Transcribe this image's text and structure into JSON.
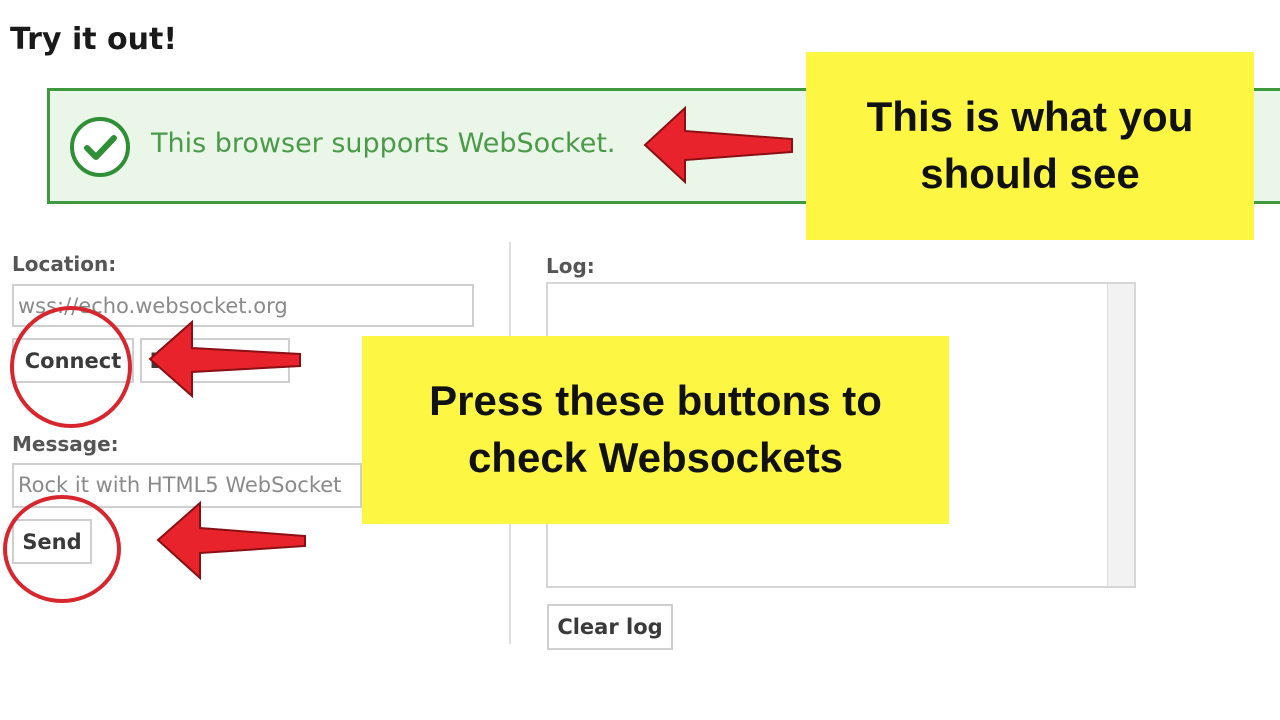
{
  "page": {
    "title": "Try it out!"
  },
  "banner": {
    "message": "This browser supports WebSocket.",
    "icon": "check-circle-icon",
    "accent": "#3f9a3f"
  },
  "location": {
    "label": "Location:",
    "value": "wss://echo.websocket.org"
  },
  "buttons": {
    "connect": "Connect",
    "disconnect": "Disconnect",
    "send": "Send",
    "clear_log": "Clear log"
  },
  "message": {
    "label": "Message:",
    "value": "Rock it with HTML5 WebSocket"
  },
  "log": {
    "label": "Log:"
  },
  "annotations": {
    "top_callout": "This is what you should see",
    "middle_callout": "Press these buttons to check Websockets",
    "callout_color": "#fdf744",
    "arrow_color": "#e8232b"
  }
}
